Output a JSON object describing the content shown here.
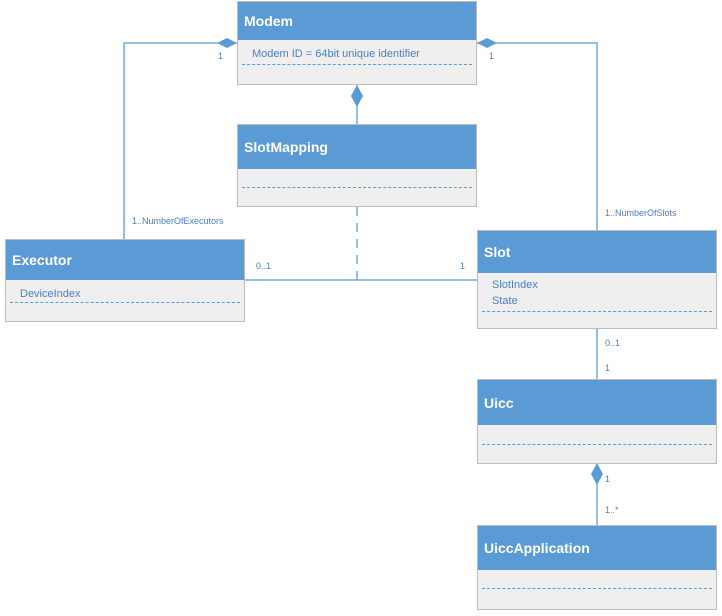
{
  "colors": {
    "header_fill": "#5b9bd5",
    "body_fill": "#efefef",
    "line": "#5b9bd5",
    "text_attr": "#4a7fc0"
  },
  "classes": {
    "modem": {
      "name": "Modem",
      "attributes": [
        "Modem ID = 64bit unique identifier"
      ]
    },
    "slot_mapping": {
      "name": "SlotMapping",
      "attributes": []
    },
    "executor": {
      "name": "Executor",
      "attributes": [
        "DeviceIndex"
      ]
    },
    "slot": {
      "name": "Slot",
      "attributes": [
        "SlotIndex",
        "State"
      ]
    },
    "uicc": {
      "name": "Uicc",
      "attributes": []
    },
    "uicc_application": {
      "name": "UiccApplication",
      "attributes": []
    }
  },
  "multiplicities": {
    "modem_executor_modem_end": "1",
    "modem_executor_executor_end": "1..NumberOfExecutors",
    "modem_slot_modem_end": "1",
    "modem_slot_slot_end": "1..NumberOfSlots",
    "executor_slot_executor_end": "0..1",
    "executor_slot_slot_end": "1",
    "slot_uicc_slot_end": "0..1",
    "slot_uicc_uicc_end": "1",
    "uicc_app_uicc_end": "1",
    "uicc_app_app_end": "1..*"
  }
}
